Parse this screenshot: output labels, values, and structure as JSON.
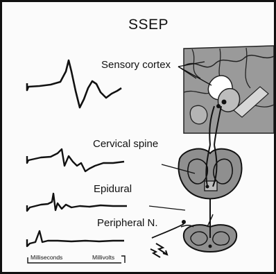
{
  "figure": {
    "title": "SSEP",
    "recording_sites": [
      "Sensory cortex",
      "Cervical spine",
      "Epidural",
      "Peripheral N."
    ],
    "scale_bar": {
      "time_label": "Milliseconds",
      "voltage_label": "Millivolts"
    }
  },
  "icons": {
    "brain": "coronal-brain-section-icon",
    "cervical_cord": "cervical-spinal-cord-section-icon",
    "lumbar_cord": "lumbar-spinal-cord-section-icon",
    "stimulus": "electrical-stimulus-icon"
  },
  "colors": {
    "ink": "#111111",
    "tissue": "#8f8f8f",
    "background": "#fbfbfb"
  }
}
